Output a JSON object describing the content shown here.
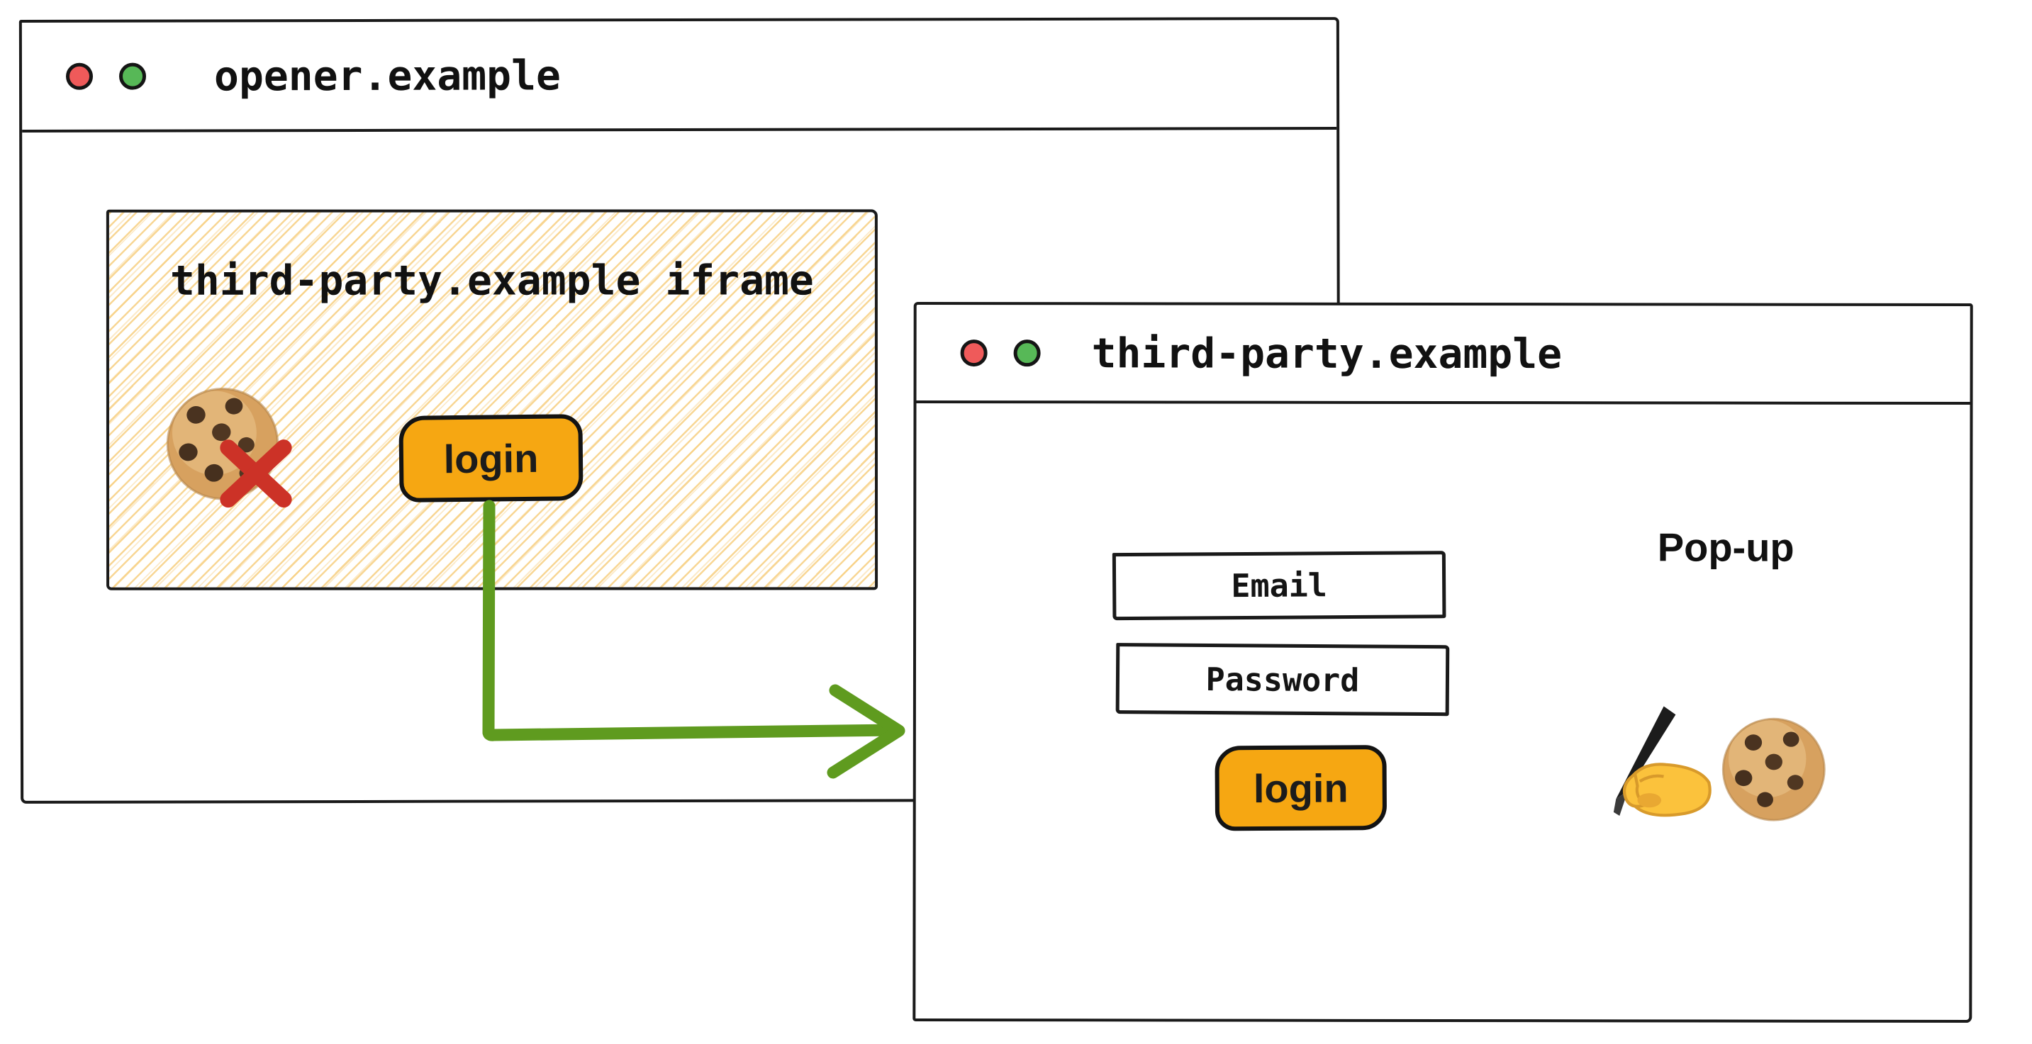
{
  "colors": {
    "accent_orange": "#F6A712",
    "arrow_green": "#5F9B1F",
    "cross_red": "#CC3227",
    "traffic_red": "#EF5A5A",
    "traffic_green": "#57B857",
    "hatch_yellow": "#F6C971",
    "border_black": "#1A1A1A"
  },
  "opener_window": {
    "title": "opener.example",
    "iframe": {
      "title": "third-party.example iframe",
      "cookie_icon": "cookie",
      "blocked_icon": "red-cross",
      "login_button": "login"
    }
  },
  "popup_window": {
    "title": "third-party.example",
    "window_label": "Pop-up",
    "email_field_label": "Email",
    "password_field_label": "Password",
    "login_button": "login",
    "signing_icon": "writing-hand",
    "cookie_icon": "cookie"
  }
}
